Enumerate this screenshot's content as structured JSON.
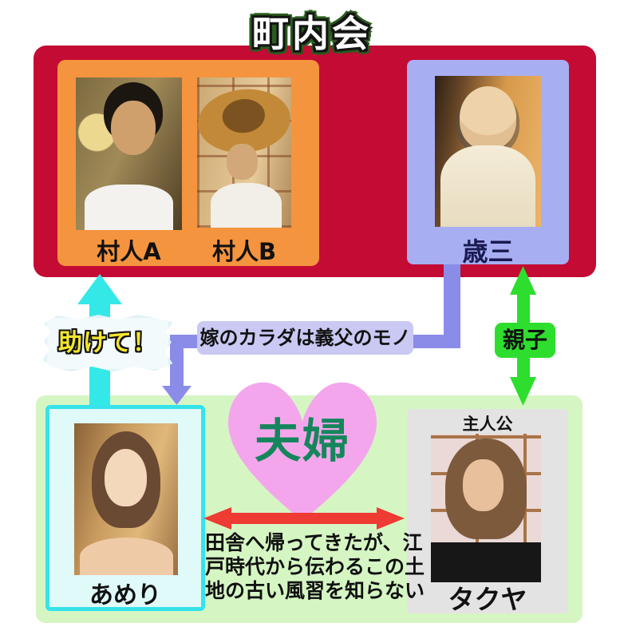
{
  "title": "町内会",
  "top_group": {
    "villager_a": "村人A",
    "villager_b": "村人B",
    "toshizo": "歳三"
  },
  "bottom_group": {
    "ameri": "あめり",
    "takuya": "タクヤ",
    "protagonist_tag": "主人公"
  },
  "relations": {
    "help": "助けて！",
    "bride_body": "嫁のカラダは義父のモノ",
    "parent_child": "親子",
    "couple": "夫婦",
    "note": [
      "田舎へ帰ってきたが、江",
      "戸時代から伝わるこの土",
      "地の古い風習を知らない"
    ]
  },
  "colors": {
    "neighborhood_box": "#c30b33",
    "villagers_box": "#f5943e",
    "toshizo_box": "#a8aef2",
    "family_box": "#d5f6c3",
    "ameri_box_border": "#35e3ea",
    "help_arrow": "#35e8e8",
    "bride_arrow": "#8b8ce8",
    "bride_label_bg": "#c9c9f4",
    "parent_child_arrow": "#2ede2e",
    "couple_arrow": "#ee3b33",
    "heart": "#f4a6ec",
    "couple_text": "#15865c",
    "help_text": "#f4e62e",
    "toshizo_text": "#1a1a52"
  }
}
